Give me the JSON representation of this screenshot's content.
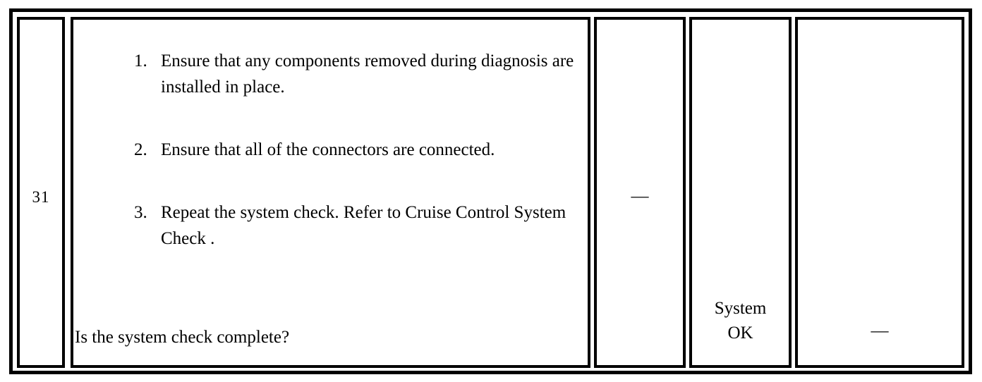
{
  "document": {
    "type": "diagnostic-procedure-table",
    "row": {
      "step_number": "31",
      "steps": [
        {
          "marker": "1.",
          "text": "Ensure that any components removed during diagnosis are installed in place."
        },
        {
          "marker": "2.",
          "text": "Ensure that all of the connectors are connected."
        },
        {
          "marker": "3.",
          "text": "Repeat the system check. Refer to Cruise Control System Check ."
        }
      ],
      "question": "Is the system check complete?",
      "value_column": "—",
      "yes_column": "System\nOK",
      "yes_column_line1": "System",
      "yes_column_line2": "OK",
      "no_column": "—"
    },
    "colors": {
      "border": "#000000",
      "background": "#ffffff",
      "text": "#000000"
    }
  }
}
